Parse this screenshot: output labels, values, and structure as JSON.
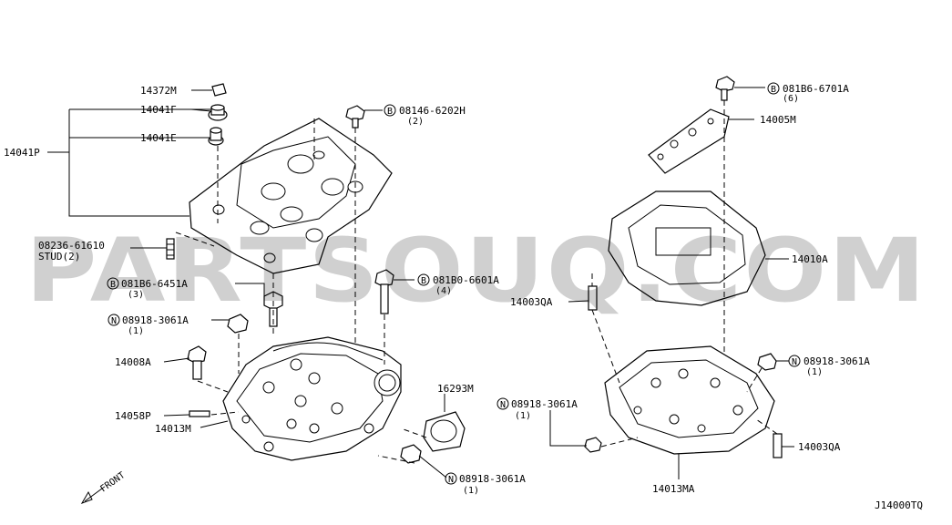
{
  "watermark": "PARTSOUQ.COM",
  "figure_code": "J14000TQ",
  "front_label": "FRONT",
  "labels": {
    "p14372M": "14372M",
    "p14041F": "14041F",
    "p14041E": "14041E",
    "p14041P": "14041P",
    "p08146": "08146-6202H",
    "p08146_qty": "(2)",
    "p08236": "08236-61610",
    "p08236_stud": "STUD(2)",
    "p081B6_6451": "081B6-6451A",
    "p081B6_6451_qty": "(3)",
    "p081B0": "081B0-6601A",
    "p081B0_qty": "(4)",
    "p08918_left": "08918-3061A",
    "p08918_left_qty": "(1)",
    "p14008A": "14008A",
    "p14058P": "14058P",
    "p14013M": "14013M",
    "p16293M": "16293M",
    "p08918_bottom": "08918-3061A",
    "p08918_bottom_qty": "(1)",
    "p081B6_6701": "081B6-6701A",
    "p081B6_6701_qty": "(6)",
    "p14005M": "14005M",
    "p14010A": "14010A",
    "p14003QA_left": "14003QA",
    "p08918_right": "08918-3061A",
    "p08918_right_qty": "(1)",
    "p08918_mid": "08918-3061A",
    "p08918_mid_qty": "(1)",
    "p14003QA_right": "14003QA",
    "p14013MA": "14013MA"
  },
  "badges": {
    "b": "B",
    "n": "N"
  }
}
